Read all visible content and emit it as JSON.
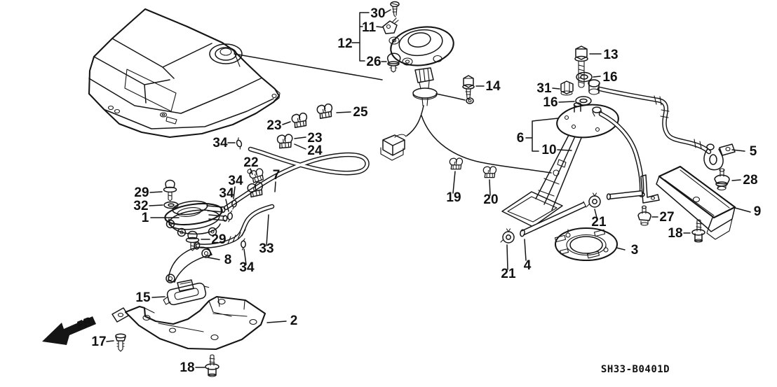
{
  "diagram": {
    "code": "SH33-B0401D",
    "direction_label": "FR.",
    "callouts": [
      {
        "label": "30"
      },
      {
        "label": "11"
      },
      {
        "label": "12"
      },
      {
        "label": "26"
      },
      {
        "label": "13"
      },
      {
        "label": "16"
      },
      {
        "label": "31"
      },
      {
        "label": "16"
      },
      {
        "label": "14"
      },
      {
        "label": "25"
      },
      {
        "label": "23"
      },
      {
        "label": "23"
      },
      {
        "label": "24"
      },
      {
        "label": "34"
      },
      {
        "label": "22"
      },
      {
        "label": "7"
      },
      {
        "label": "34"
      },
      {
        "label": "34"
      },
      {
        "label": "6"
      },
      {
        "label": "10"
      },
      {
        "label": "5"
      },
      {
        "label": "28"
      },
      {
        "label": "9"
      },
      {
        "label": "27"
      },
      {
        "label": "18"
      },
      {
        "label": "29"
      },
      {
        "label": "32"
      },
      {
        "label": "1"
      },
      {
        "label": "29"
      },
      {
        "label": "8"
      },
      {
        "label": "33"
      },
      {
        "label": "34"
      },
      {
        "label": "19"
      },
      {
        "label": "20"
      },
      {
        "label": "21"
      },
      {
        "label": "21"
      },
      {
        "label": "4"
      },
      {
        "label": "3"
      },
      {
        "label": "15"
      },
      {
        "label": "2"
      },
      {
        "label": "17"
      },
      {
        "label": "18"
      }
    ]
  }
}
